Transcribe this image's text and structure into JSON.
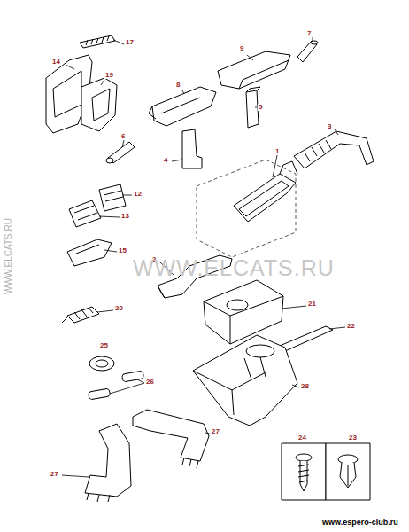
{
  "diagram": {
    "labels": [
      "17",
      "14",
      "19",
      "9",
      "7",
      "8",
      "5",
      "3",
      "1",
      "6",
      "4",
      "12",
      "13",
      "15",
      "2",
      "21",
      "22",
      "20",
      "25",
      "26",
      "28",
      "27",
      "27",
      "24",
      "23",
      "WWW.ELCATS.RU",
      "WWW.ELCATS.RU",
      "www.espero-club.ru"
    ]
  }
}
